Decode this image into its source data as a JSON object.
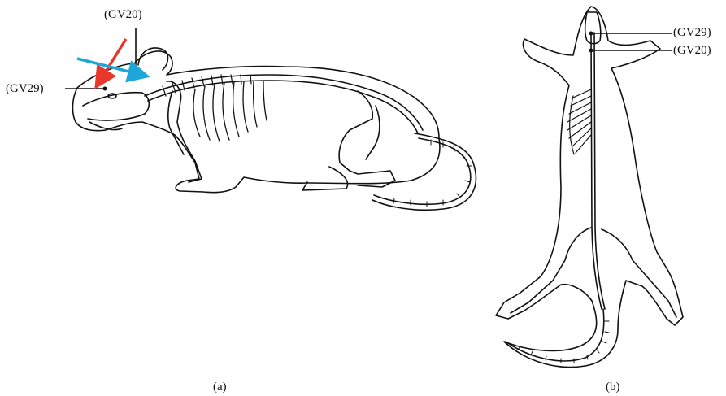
{
  "panel_a": {
    "caption": "(a)",
    "labels": {
      "top": "(GV20)",
      "left": "(GV29)"
    },
    "arrow_colors": {
      "red": "#e8372b",
      "blue": "#1fa6d8"
    }
  },
  "panel_b": {
    "caption": "(b)",
    "labels": {
      "upper": "(GV29)",
      "lower": "(GV20)"
    }
  },
  "colors": {
    "line": "#111111",
    "background": "#ffffff"
  }
}
